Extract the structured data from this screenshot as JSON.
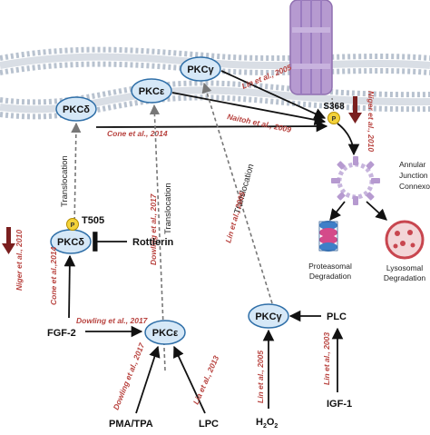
{
  "nodes": {
    "pkcd_membrane": "PKCδ",
    "pkce_membrane": "PKCε",
    "pkcg_membrane": "PKCγ",
    "pkcd_lower": "PKCδ",
    "pkce_lower": "PKCε",
    "pkcg_lower": "PKCγ",
    "phospho_p": "P",
    "t505": "T505",
    "s368": "S368",
    "rottlerin": "Rottlerin",
    "fgf2": "FGF-2",
    "pma_tpa": "PMA/TPA",
    "lpc": "LPC",
    "h2o2": "H",
    "h2o2_sub": "2",
    "h2o2_o": "O",
    "h2o2_sub2": "2",
    "plc": "PLC",
    "igf1": "IGF-1"
  },
  "labels": {
    "translocation": "Translocation",
    "annular_lines": [
      "Annular",
      "Junction",
      "Connexos"
    ],
    "proteasomal": [
      "Proteasomal",
      "Degradation"
    ],
    "lysosomal": [
      "Lysosomal",
      "Degradation"
    ]
  },
  "citations": {
    "lin2005_top": "Lin et al., 2005",
    "naitoh2009": "Naitoh et al., 2009",
    "cone2014_top": "Cone et al., 2014",
    "niger2010_right": "Niger et al., 2010",
    "niger2010_left": "Niger et al., 2010",
    "cone2014_left": "Cone et al.,2014",
    "dowling2017_mid": "Dowling et al., 2017",
    "dowling2017_horiz": "Dowling et al., 2017",
    "lin2005_mid": "Lin et al., 2005",
    "dowling2017_low": "Dowling et al., 2017",
    "lia2013": "Lia et al., 2013",
    "lin2005_low": "Lin et al., 2005",
    "lin2003": "Lin et al., 2003"
  },
  "colors": {
    "node_fill": "#d6e8f7",
    "node_stroke": "#2f6fa8",
    "citation": "#b8433f",
    "membrane": "#cfd6df",
    "connexon": "#b69ad0",
    "phospho": "#f3d23a",
    "dark_arrow": "#7a1f1f"
  }
}
